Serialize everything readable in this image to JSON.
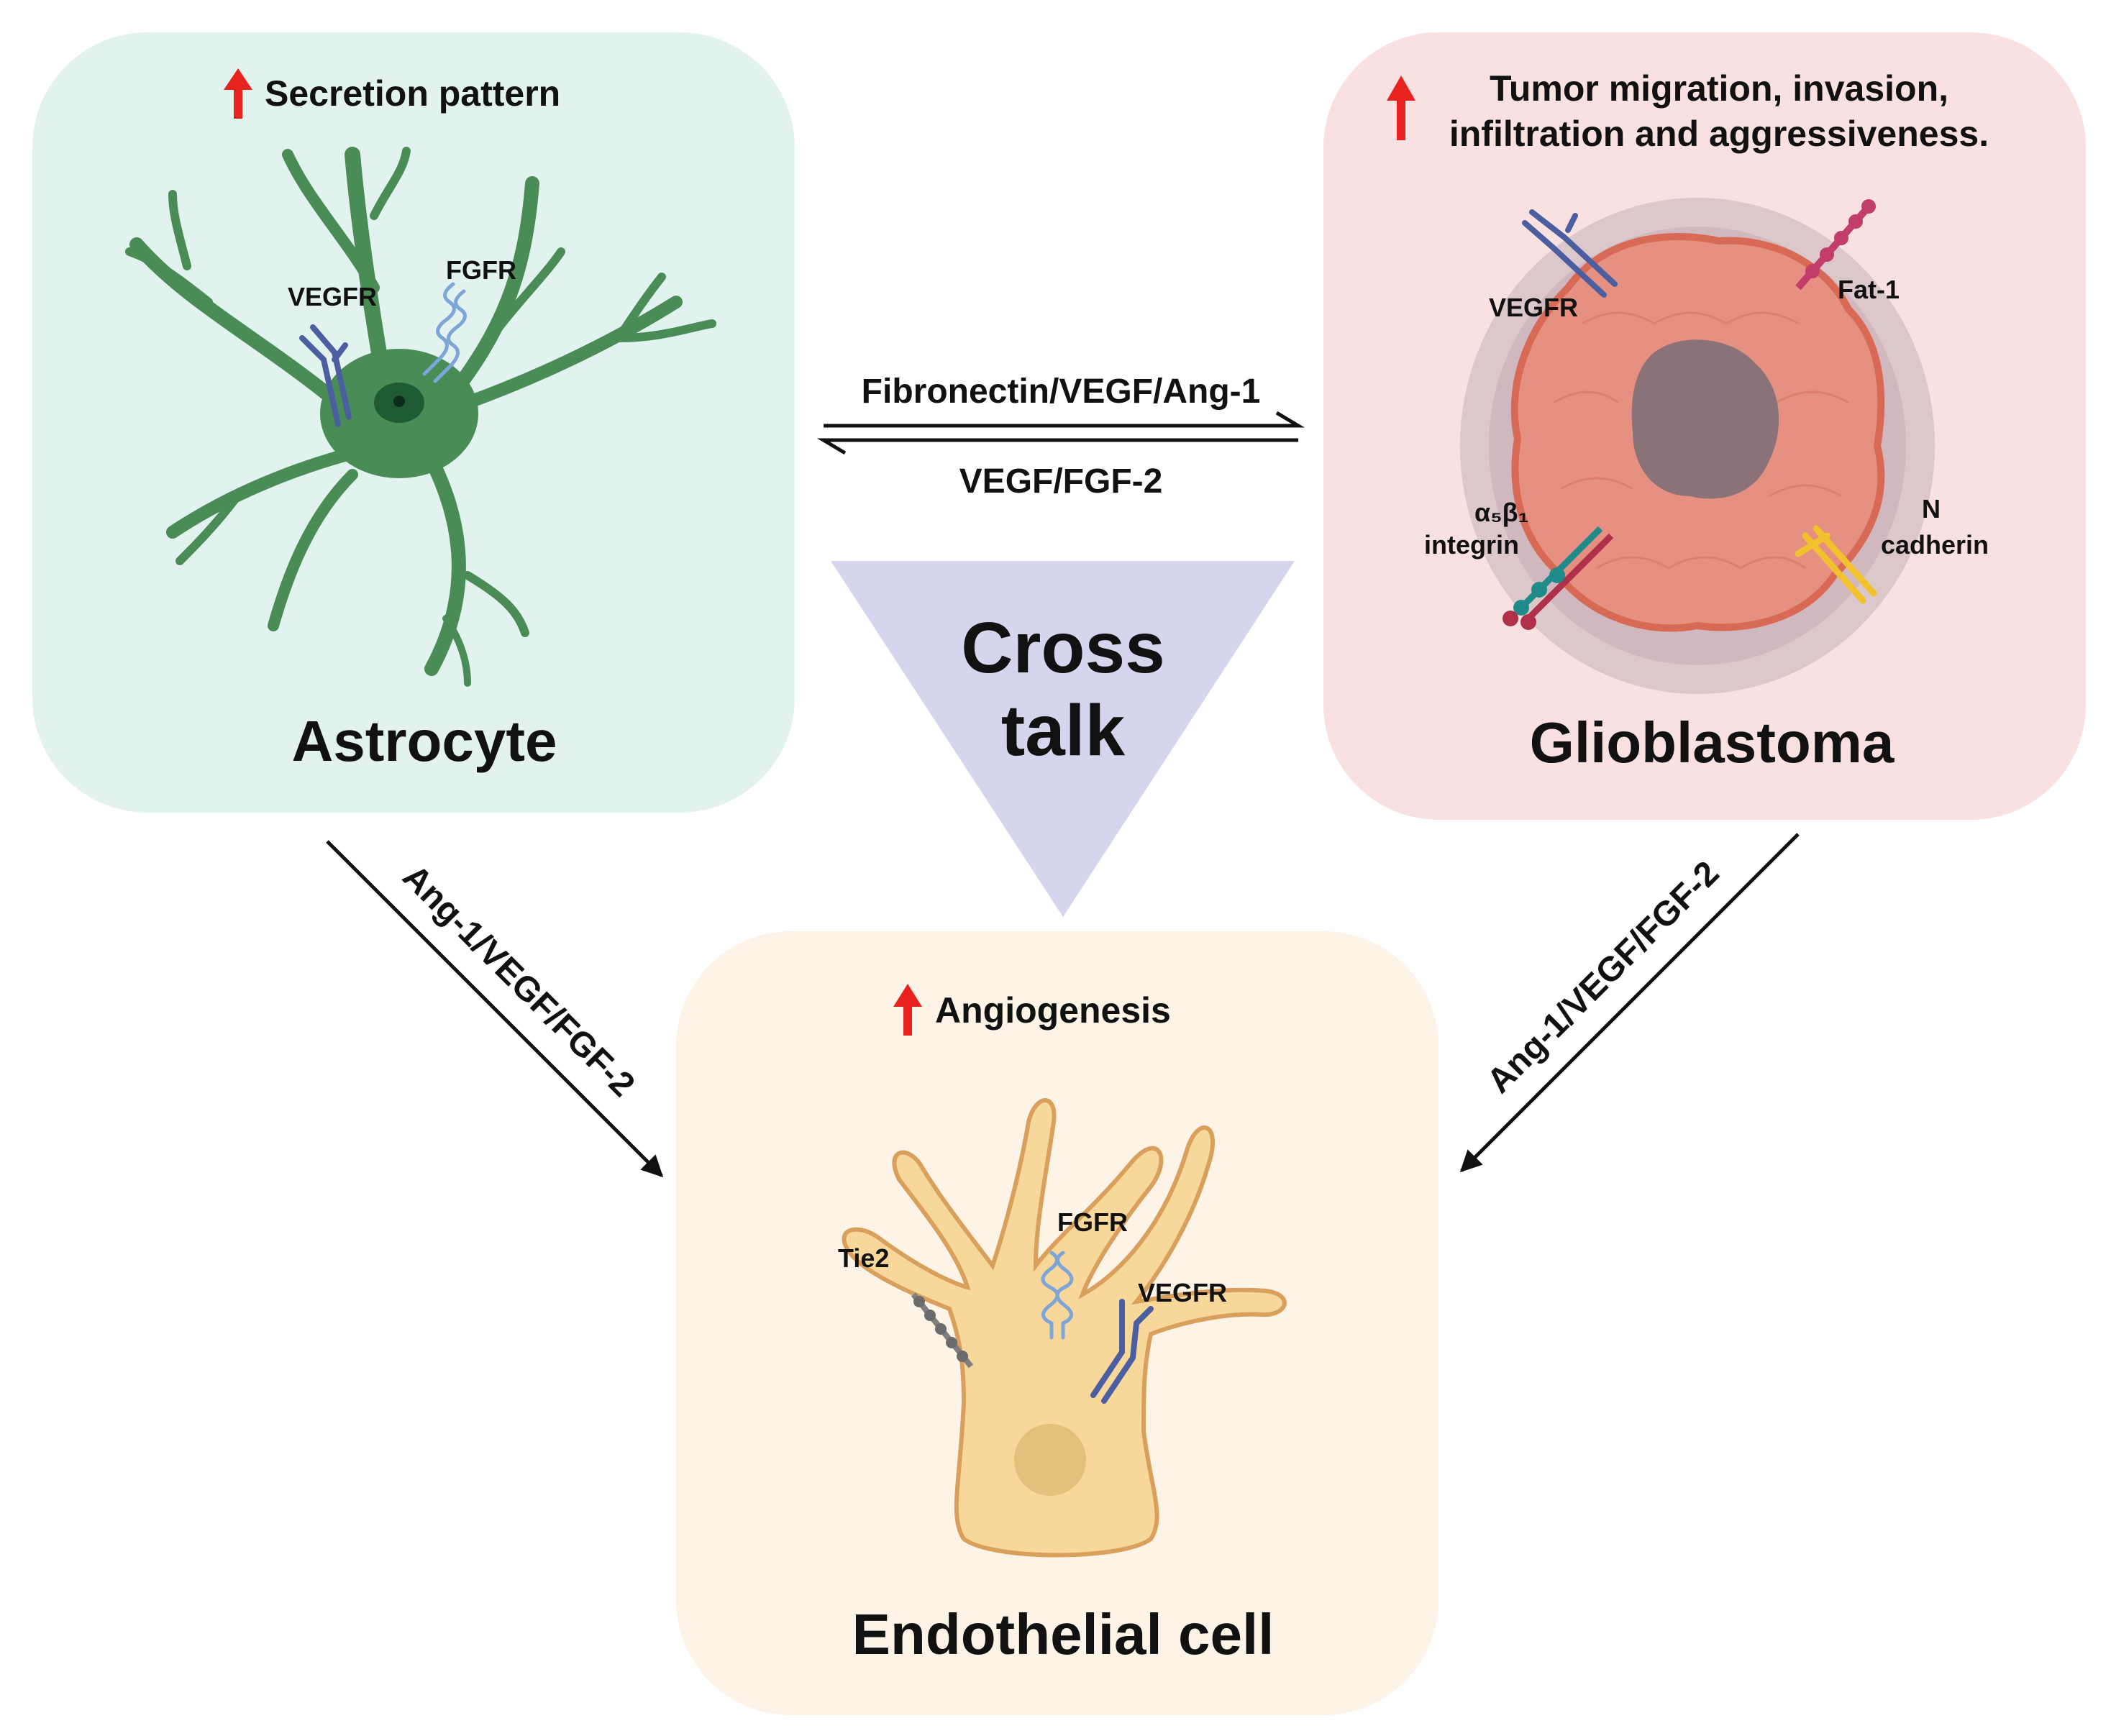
{
  "panels": {
    "astrocyte": {
      "title": "Astrocyte",
      "effect": "Secretion pattern",
      "receptors": [
        "VEGFR",
        "FGFR"
      ],
      "color": "#e2f2ef"
    },
    "glioblastoma": {
      "title": "Glioblastoma",
      "effect_line1": "Tumor migration, invasion,",
      "effect_line2": "infiltration and aggressiveness.",
      "receptors": {
        "vegfr": "VEGFR",
        "fat1": "Fat-1",
        "integrin_line1": "α₅β₁",
        "integrin_line2": "integrin",
        "cadherin_line1": "N",
        "cadherin_line2": "cadherin"
      },
      "color": "#f9e1e1"
    },
    "endothelial": {
      "title": "Endothelial cell",
      "effect": "Angiogenesis",
      "receptors": {
        "tie2": "Tie2",
        "fgfr": "FGFR",
        "vegfr": "VEGFR"
      },
      "color": "#fdf3e6"
    }
  },
  "center": {
    "line1": "Cross",
    "line2": "talk",
    "color": "#d6d5ee"
  },
  "flows": {
    "astro_to_glio": "Fibronectin/VEGF/Ang-1",
    "glio_to_astro": "VEGF/FGF-2",
    "astro_to_endo": "Ang-1/VEGF/FGF-2",
    "glio_to_endo": "Ang-1/VEGF/FGF-2"
  },
  "colors": {
    "up_arrow": "#e8231f",
    "astro_cell": "#4a8c55",
    "glio_cell": "#e59080",
    "endo_cell": "#f7d79a"
  }
}
